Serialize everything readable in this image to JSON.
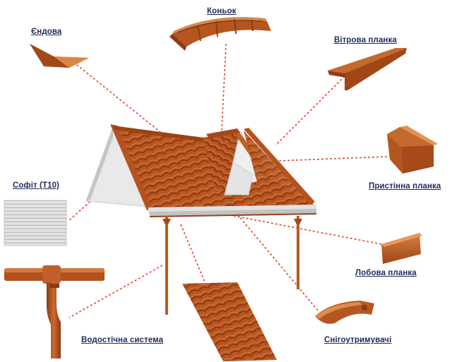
{
  "colors": {
    "roof_tile": "#b9551f",
    "roof_tile_dark": "#8a3a12",
    "roof_tile_light": "#d27a3e",
    "leader_line": "#d9482f",
    "label_text": "#1f2a5a",
    "soffit": "#d8d8d8",
    "gable": "#e6e6e6"
  },
  "labels": {
    "endova": "Єндова",
    "konok": "Коньок",
    "vitrova": "Вітрова планка",
    "sofit": "Софіт (Т10)",
    "prystinna": "Пристінна планка",
    "lobova": "Лобова планка",
    "vodostichna": "Водостічна система",
    "snigo": "Снігоутримувачі"
  }
}
